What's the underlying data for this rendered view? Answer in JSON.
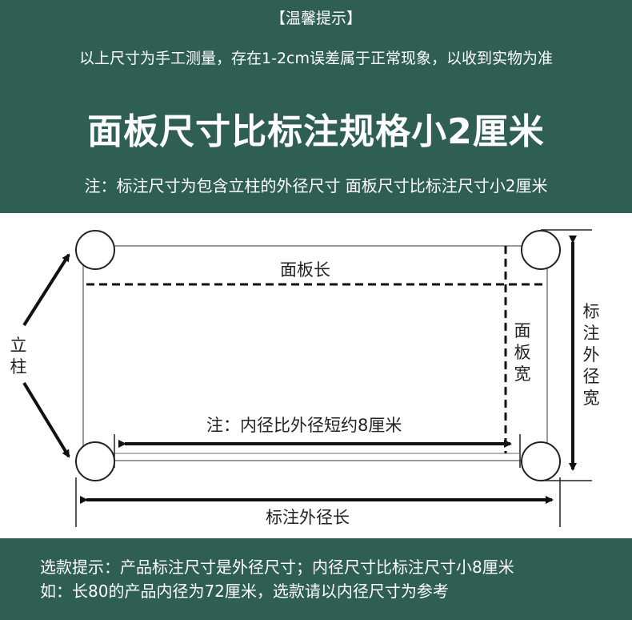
{
  "header": {
    "tip_title": "【温馨提示】",
    "tip_line": "以上尺寸为手工测量，存在1-2cm误差属于正常现象，以收到实物为准",
    "headline": "面板尺寸比标注规格小2厘米",
    "note": "注：标注尺寸为包含立柱的外径尺寸 面板尺寸比标注尺寸小2厘米"
  },
  "diagram": {
    "panel_length": "面板长",
    "panel_width": "面板宽",
    "outer_width": "标注外径宽",
    "outer_length": "标注外径长",
    "inner_note": "注：内径比外径短约8厘米",
    "post": "立柱"
  },
  "footer": {
    "line1": "选款提示：产品标注尺寸是外径尺寸；内径尺寸比标注尺寸小8厘米",
    "line2": "如：长80的产品内径为72厘米，选款请以内径尺寸为参考"
  },
  "colors": {
    "band": "#2e5f52",
    "line": "#1a1a1a",
    "frame": "#9a9a9a"
  }
}
